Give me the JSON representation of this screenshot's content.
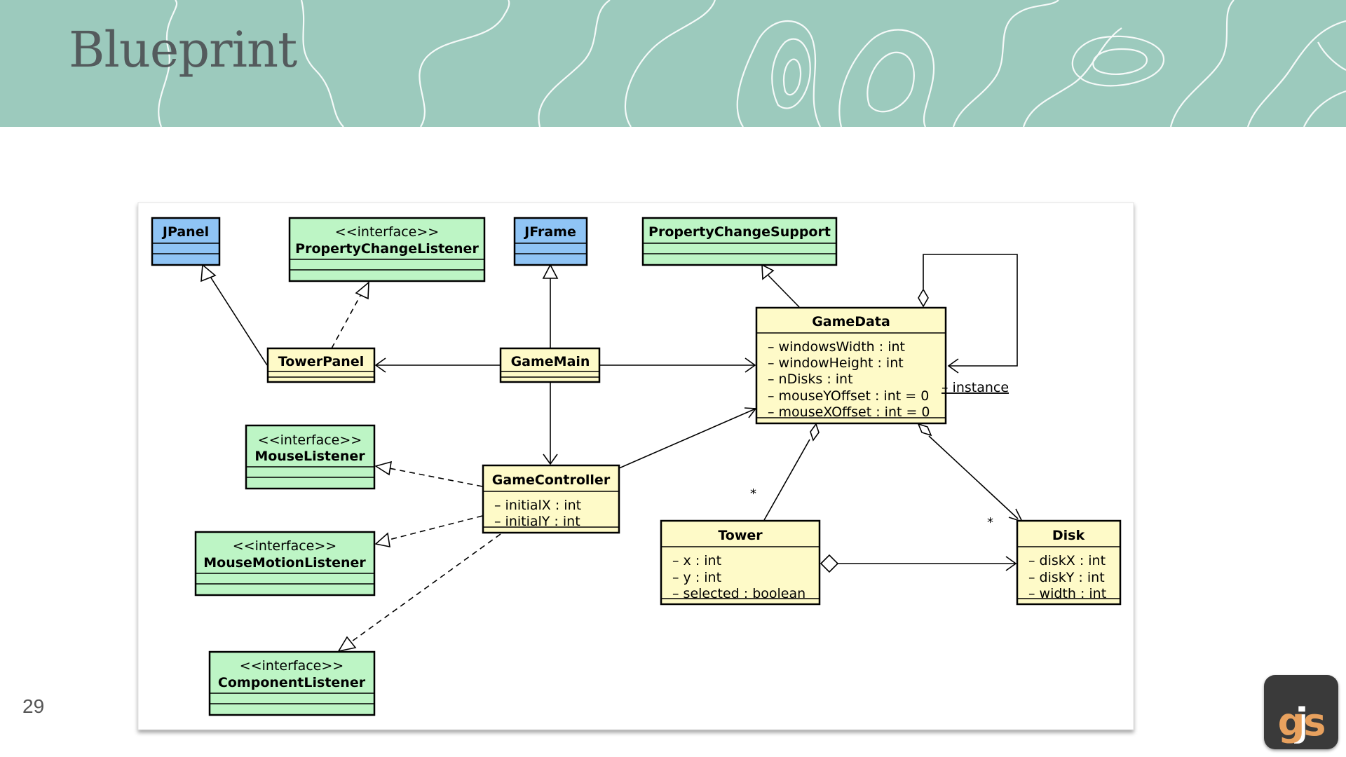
{
  "slide": {
    "title": "Blueprint",
    "page_number": "29",
    "logo": {
      "text_j": "j",
      "text_gs": "gs"
    }
  },
  "colors": {
    "header_bg": "#9ccabd",
    "blue_class": "#8fc4f5",
    "green_class": "#bdf5c5",
    "yellow_class": "#fefac8",
    "logo_bg": "#3a3a3a",
    "logo_accent": "#e8a15e"
  },
  "diagram": {
    "classes": {
      "jpanel": {
        "name": "JPanel"
      },
      "property_change_listener": {
        "stereotype": "<<interface>>",
        "name": "PropertyChangeListener"
      },
      "jframe": {
        "name": "JFrame"
      },
      "property_change_support": {
        "name": "PropertyChangeSupport"
      },
      "tower_panel": {
        "name": "TowerPanel"
      },
      "game_main": {
        "name": "GameMain"
      },
      "game_data": {
        "name": "GameData",
        "attributes": [
          "– windowsWidth : int",
          "– windowHeight : int",
          "– nDisks : int",
          "– mouseYOffset : int = 0",
          "– mouseXOffset : int = 0"
        ]
      },
      "mouse_listener": {
        "stereotype": "<<interface>>",
        "name": "MouseListener"
      },
      "game_controller": {
        "name": "GameController",
        "attributes": [
          "– initialX : int",
          "– initialY : int"
        ]
      },
      "mouse_motion_listener": {
        "stereotype": "<<interface>>",
        "name": "MouseMotionListener"
      },
      "tower": {
        "name": "Tower",
        "attributes": [
          "– x : int",
          "– y : int",
          "– selected : boolean"
        ]
      },
      "disk": {
        "name": "Disk",
        "attributes": [
          "– diskX : int",
          "– diskY : int",
          "– width : int"
        ]
      },
      "component_listener": {
        "stereotype": "<<interface>>",
        "name": "ComponentListener"
      }
    },
    "labels": {
      "instance_role": "– instance",
      "tower_multiplicity": "*",
      "disk_multiplicity": "*"
    }
  }
}
